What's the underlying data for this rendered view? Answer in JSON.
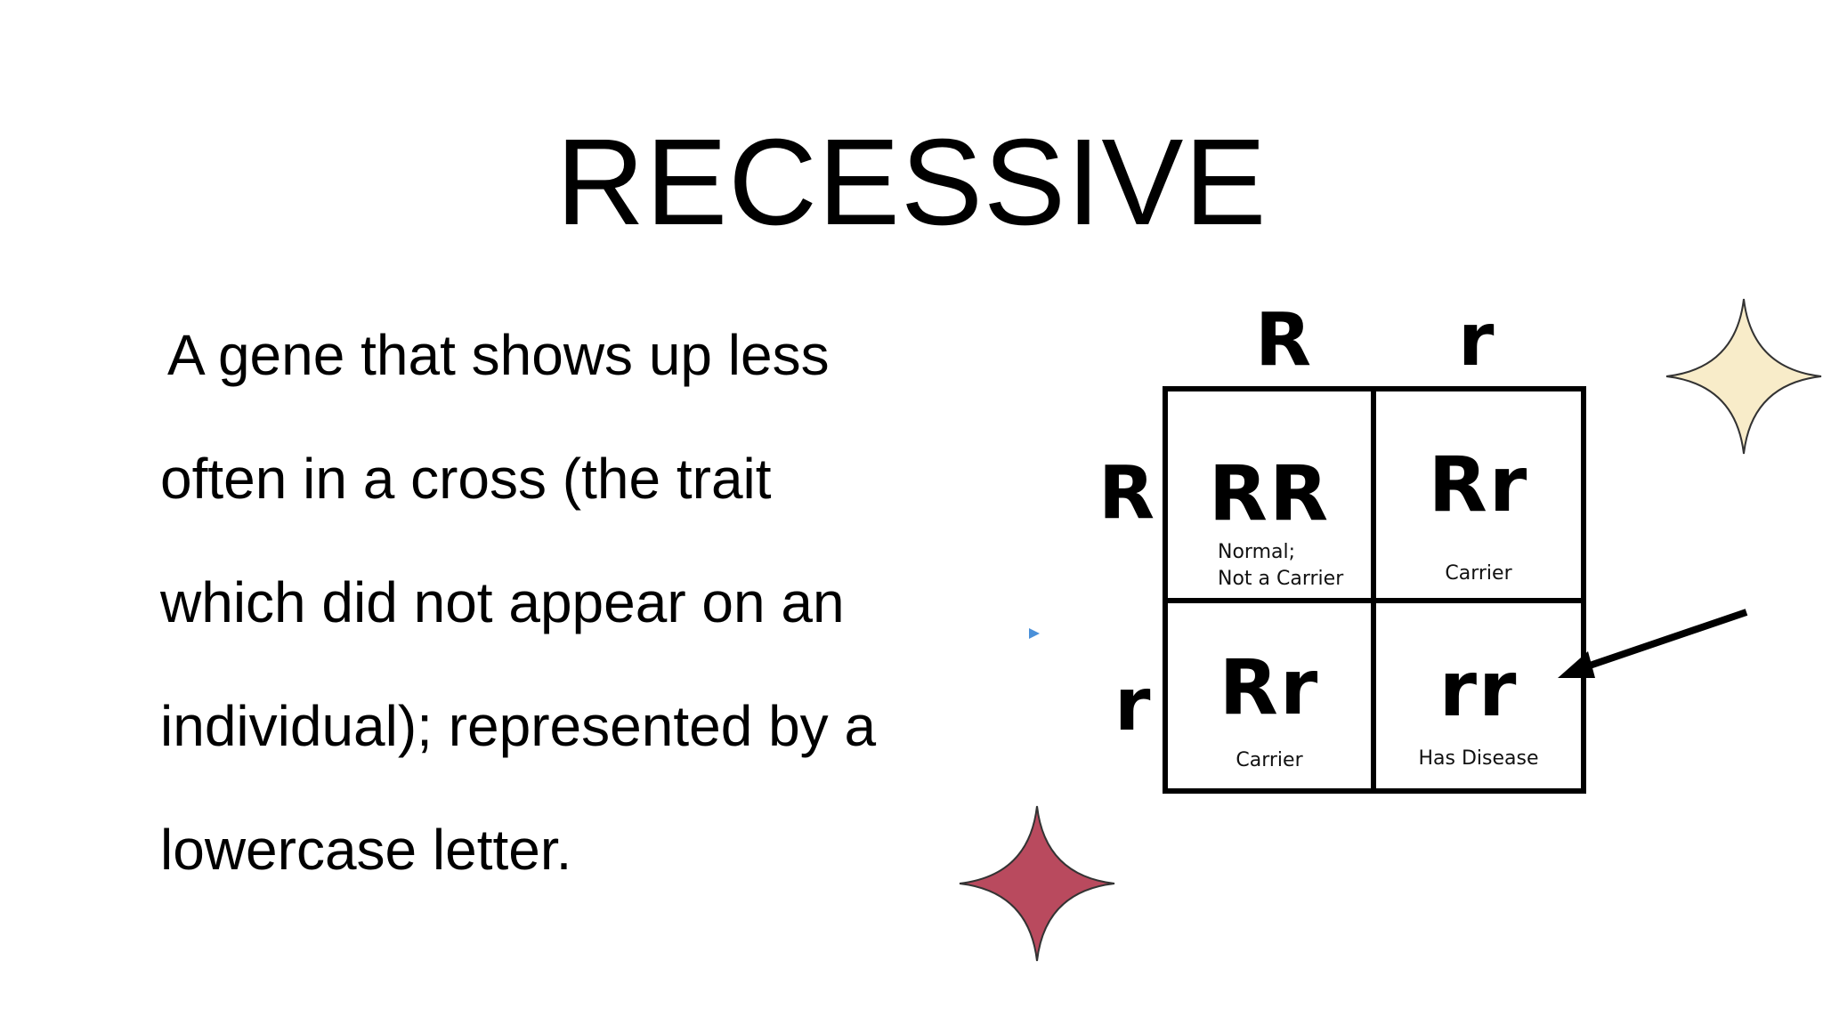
{
  "slide": {
    "title": "RECESSIVE",
    "body_lines": [
      "A gene that shows up less",
      "often in a cross (the trait",
      "which did not appear on an",
      "individual); represented by a",
      "lowercase letter."
    ]
  },
  "punnett": {
    "col_headers": [
      "R",
      "r"
    ],
    "row_headers": [
      "R",
      "r"
    ],
    "cells": [
      {
        "genotype": "RR",
        "note_line1": "Normal;",
        "note_line2": "Not a Carrier"
      },
      {
        "genotype": "Rr",
        "note_line1": "Carrier"
      },
      {
        "genotype": "Rr",
        "note_line1": "Carrier"
      },
      {
        "genotype": "rr",
        "note_line1": "Has Disease"
      }
    ]
  },
  "decorations": {
    "star_cream_color": "#f8ecc9",
    "star_red_color": "#b94a5e",
    "arrow_color": "#000000",
    "pointer_color": "#4a90d9"
  }
}
